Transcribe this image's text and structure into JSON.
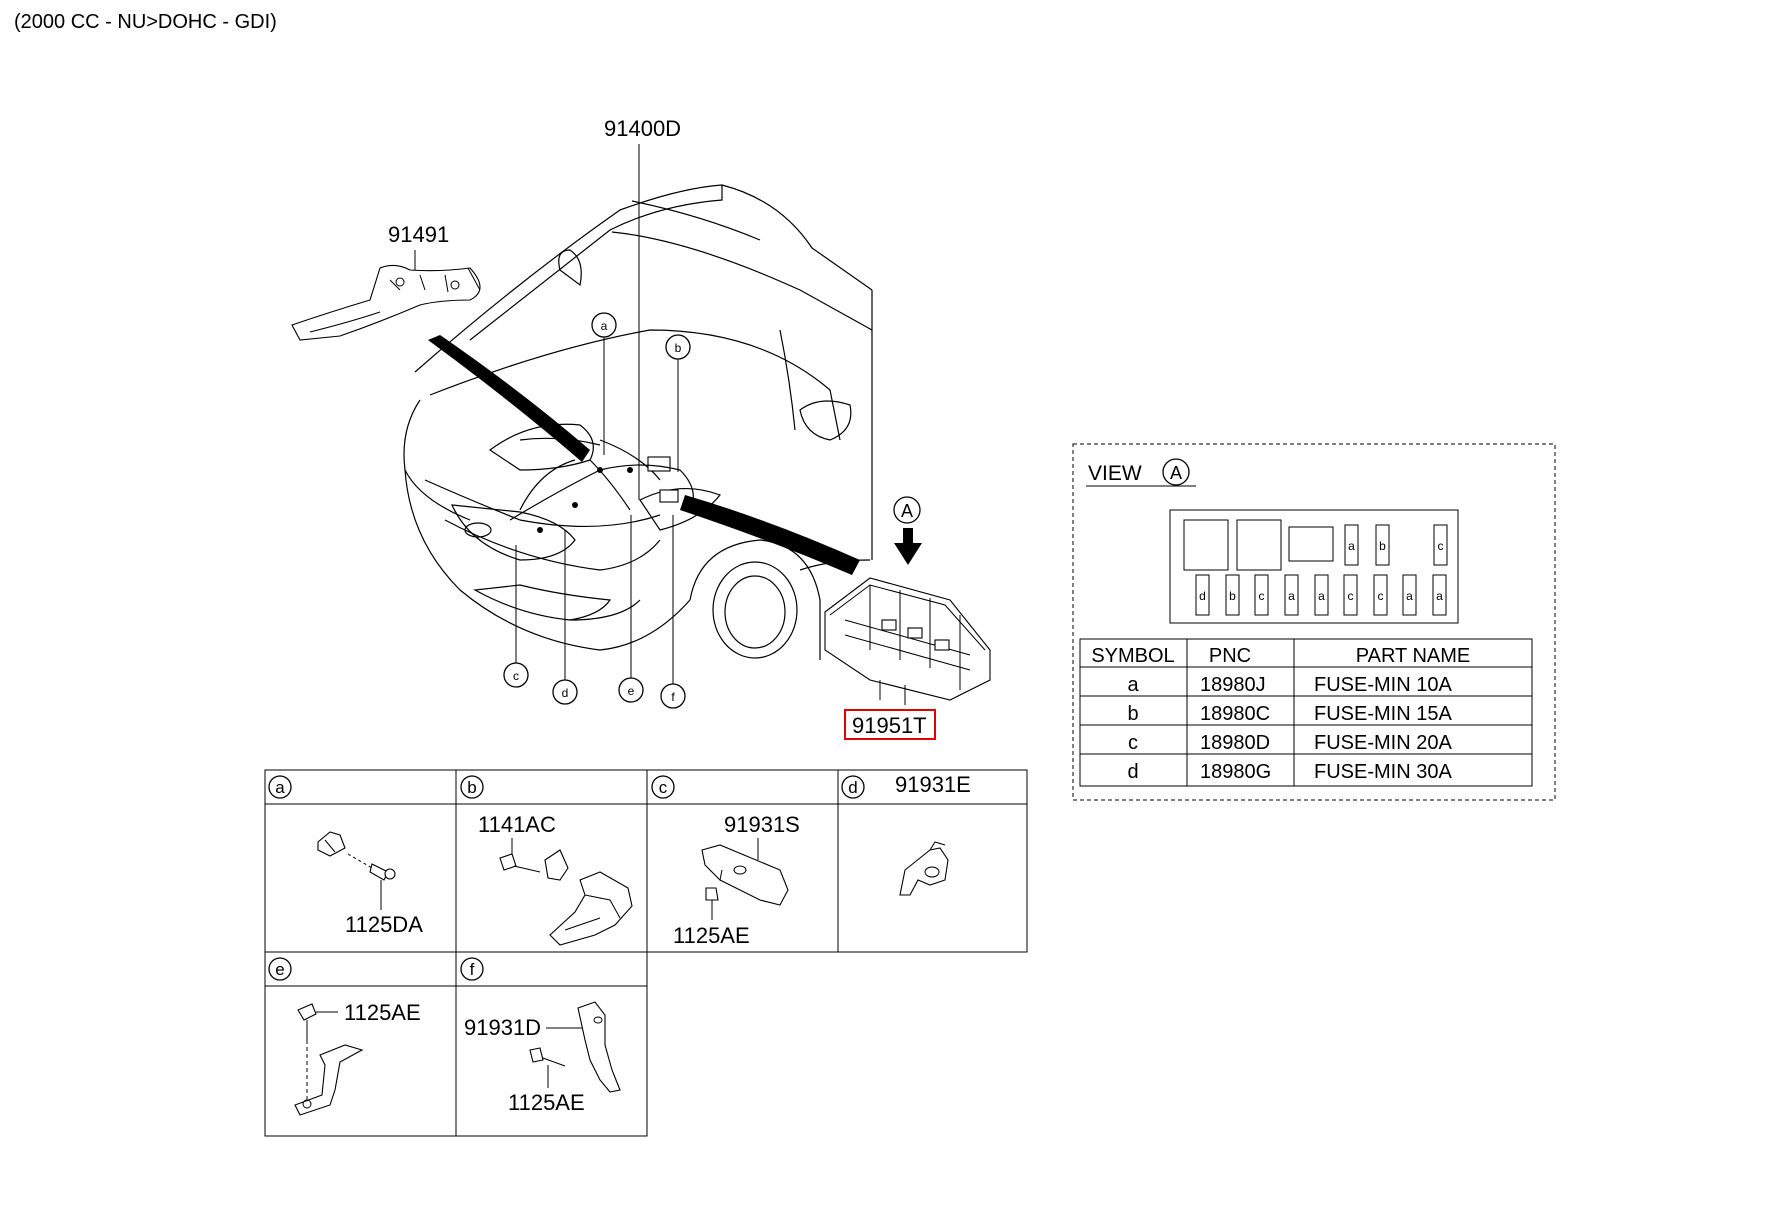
{
  "header": {
    "title": "(2000 CC - NU>DOHC - GDI)"
  },
  "main_labels": {
    "harness": "91400D",
    "protector": "91491",
    "junction_box": "91951T",
    "view_marker": "A"
  },
  "callouts": [
    "a",
    "b",
    "c",
    "d",
    "e",
    "f"
  ],
  "detail_panels": {
    "a": {
      "letter": "a",
      "parts": [
        "1125DA"
      ]
    },
    "b": {
      "letter": "b",
      "parts": [
        "1141AC"
      ]
    },
    "c": {
      "letter": "c",
      "parts": [
        "91931S",
        "1125AE"
      ]
    },
    "d": {
      "letter": "d",
      "parts": [
        "91931E"
      ]
    },
    "e": {
      "letter": "e",
      "parts": [
        "1125AE"
      ]
    },
    "f": {
      "letter": "f",
      "parts": [
        "91931D",
        "1125AE"
      ]
    }
  },
  "view": {
    "title": "VIEW",
    "marker": "A",
    "fuse_slots_top": [
      "a",
      "b",
      "c"
    ],
    "fuse_slots_bottom": [
      "d",
      "b",
      "c",
      "a",
      "a",
      "c",
      "c",
      "a",
      "a"
    ],
    "table": {
      "headers": [
        "SYMBOL",
        "PNC",
        "PART NAME"
      ],
      "rows": [
        [
          "a",
          "18980J",
          "FUSE-MIN 10A"
        ],
        [
          "b",
          "18980C",
          "FUSE-MIN 15A"
        ],
        [
          "c",
          "18980D",
          "FUSE-MIN 20A"
        ],
        [
          "d",
          "18980G",
          "FUSE-MIN 30A"
        ]
      ]
    }
  }
}
